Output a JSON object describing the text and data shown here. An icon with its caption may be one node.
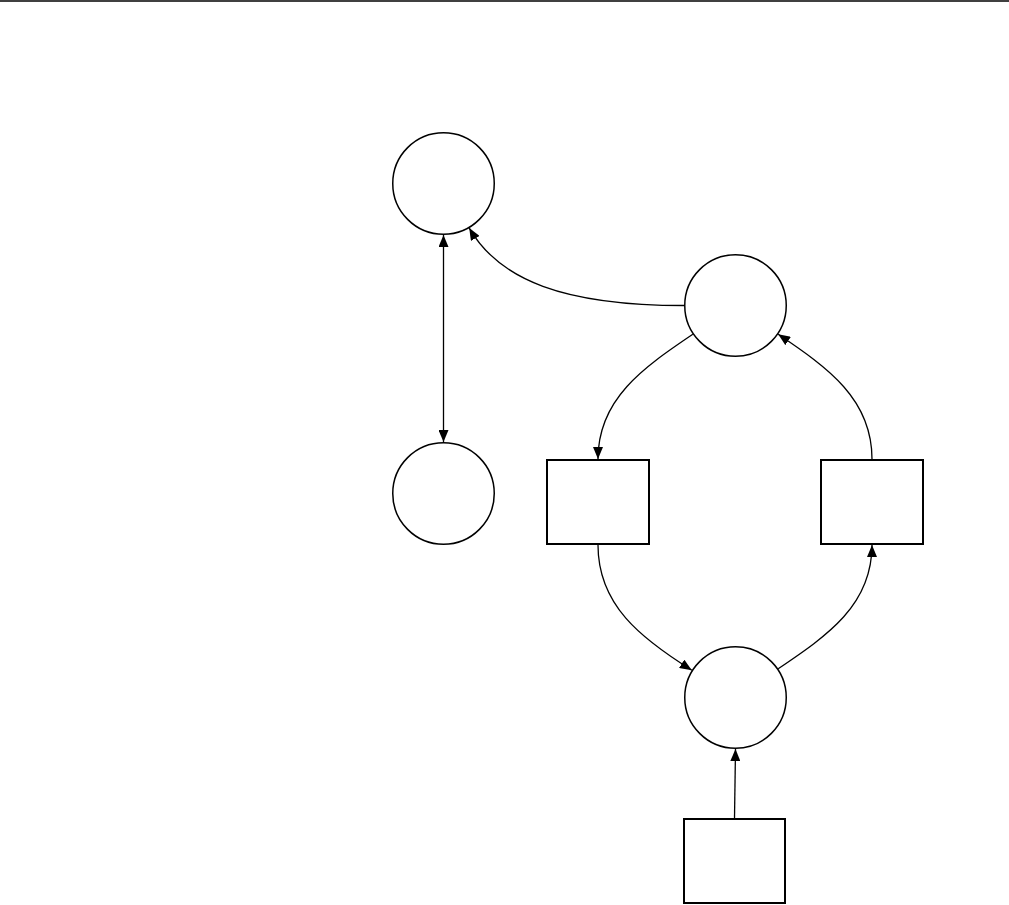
{
  "diagram": {
    "nodes": [
      {
        "text": [],
        "shape": "circle"
      },
      {
        "text": [],
        "shape": "circle"
      },
      {
        "text": [],
        "shape": "circle"
      },
      {
        "text": [],
        "shape": "box"
      },
      {
        "text": [],
        "shape": "box"
      },
      {
        "text": [],
        "shape": "circle"
      },
      {
        "text": [],
        "shape": "box"
      }
    ],
    "edges": [
      {
        "from": 1,
        "to": 0,
        "arrow": "to"
      },
      {
        "from": 0,
        "to": 2,
        "arrow": "both"
      },
      {
        "from": 1,
        "to": 3,
        "arrow": "to"
      },
      {
        "from": 4,
        "to": 1,
        "arrow": "to"
      },
      {
        "from": 3,
        "to": 5,
        "arrow": "to"
      },
      {
        "from": 5,
        "to": 4,
        "arrow": "to"
      },
      {
        "from": 6,
        "to": 5,
        "arrow": "to"
      }
    ]
  }
}
